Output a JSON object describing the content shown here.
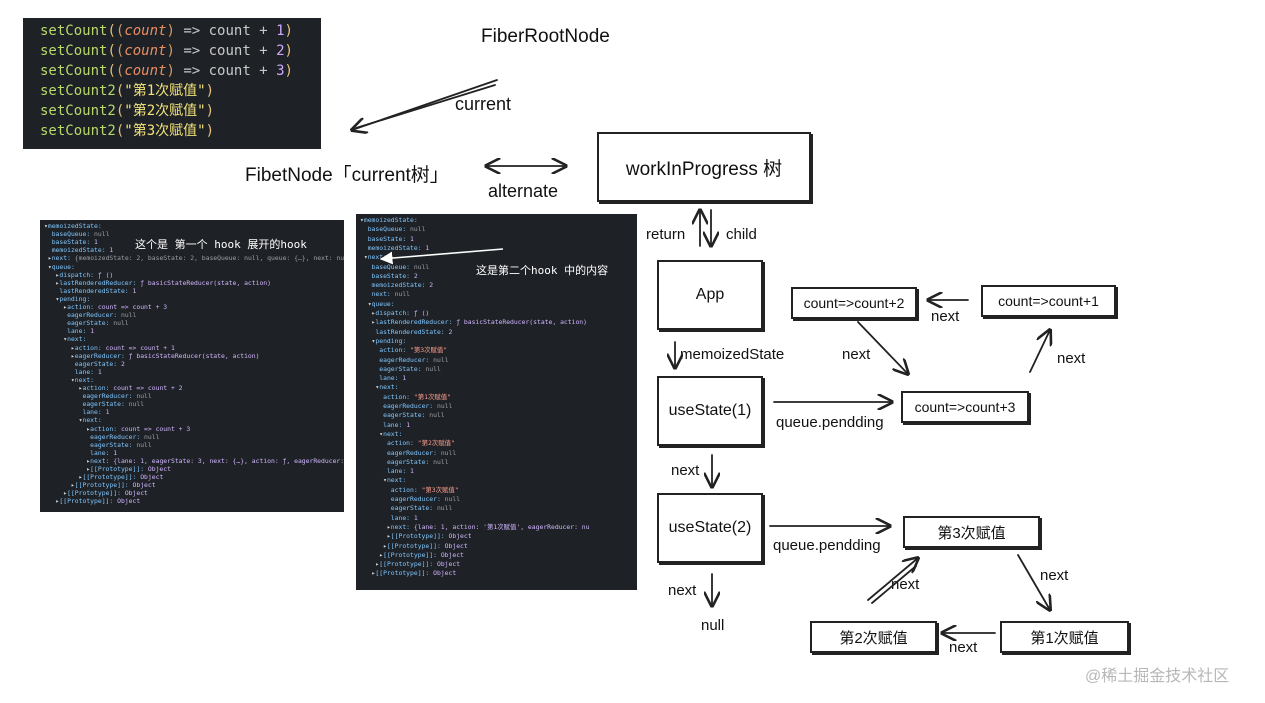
{
  "code_panel": {
    "lines": [
      {
        "fn": "setCount",
        "arg": "count",
        "arrow": " => count + ",
        "n": "1"
      },
      {
        "fn": "setCount",
        "arg": "count",
        "arrow": " => count + ",
        "n": "2"
      },
      {
        "fn": "setCount",
        "arg": "count",
        "arrow": " => count + ",
        "n": "3"
      },
      {
        "fn": "setCount2",
        "str": "\"第1次赋值\""
      },
      {
        "fn": "setCount2",
        "str": "\"第2次赋值\""
      },
      {
        "fn": "setCount2",
        "str": "\"第3次赋值\""
      }
    ]
  },
  "labels": {
    "fiber_root": "FiberRootNode",
    "current": "current",
    "fibet_node": "FibetNode「current树」",
    "alternate": "alternate",
    "wip": "workInProgress 树",
    "return": "return",
    "child": "child",
    "app": "App",
    "memoized_state": "memoizedState",
    "use_state_1": "useState(1)",
    "use_state_2": "useState(2)",
    "queue_pending_1": "queue.pendding",
    "queue_pending_2": "queue.pendding",
    "next_hook": "next",
    "next_end": "next",
    "null": "null",
    "c_plus_2": "count=>count+2",
    "c_plus_1": "count=>count+1",
    "c_plus_3": "count=>count+3",
    "next_a": "next",
    "next_b": "next",
    "next_c": "next",
    "assign3": "第3次赋值",
    "assign2": "第2次赋值",
    "assign1": "第1次赋值",
    "next_d": "next",
    "next_e": "next",
    "next_f": "next",
    "watermark": "@稀土掘金技术社区"
  },
  "devtools_left": {
    "annotation": "这个是 第一个 hook 展开的hook",
    "lines": [
      "▾memoizedState:",
      "  baseQueue: null",
      "  baseState: 1",
      "  memoizedState: 1",
      " ▸next: {memoizedState: 2, baseState: 2, baseQueue: null, queue: {…}, next: null",
      " ▾queue:",
      "   ▸dispatch: ƒ ()",
      "   ▸lastRenderedReducer: ƒ basicStateReducer(state, action)",
      "    lastRenderedState: 1",
      "   ▾pending:",
      "     ▸action: count => count + 3",
      "      eagerReducer: null",
      "      eagerState: null",
      "      lane: 1",
      "     ▾next:",
      "       ▸action: count => count + 1",
      "       ▸eagerReducer: ƒ basicStateReducer(state, action)",
      "        eagerState: 2",
      "        lane: 1",
      "       ▾next:",
      "         ▸action: count => count + 2",
      "          eagerReducer: null",
      "          eagerState: null",
      "          lane: 1",
      "         ▾next:",
      "           ▸action: count => count + 3",
      "            eagerReducer: null",
      "            eagerState: null",
      "            lane: 1",
      "           ▸next: {lane: 1, eagerState: 3, next: {…}, action: ƒ, eagerReducer: ƒ}",
      "           ▸[[Prototype]]: Object",
      "         ▸[[Prototype]]: Object",
      "       ▸[[Prototype]]: Object",
      "     ▸[[Prototype]]: Object",
      "   ▸[[Prototype]]: Object"
    ]
  },
  "devtools_right": {
    "annotation": "这是第二个hook 中的内容",
    "lines": [
      "▾memoizedState:",
      "  baseQueue: null",
      "  baseState: 1",
      "  memoizedState: 1",
      " ▾next:",
      "   baseQueue: null",
      "   baseState: 2",
      "   memoizedState: 2",
      "   next: null",
      "  ▾queue:",
      "   ▸dispatch: ƒ ()",
      "   ▸lastRenderedReducer: ƒ basicStateReducer(state, action)",
      "    lastRenderedState: 2",
      "   ▾pending:",
      "     action: \"第3次赋值\"",
      "     eagerReducer: null",
      "     eagerState: null",
      "     lane: 1",
      "    ▾next:",
      "      action: \"第1次赋值\"",
      "      eagerReducer: null",
      "      eagerState: null",
      "      lane: 1",
      "     ▾next:",
      "       action: \"第2次赋值\"",
      "       eagerReducer: null",
      "       eagerState: null",
      "       lane: 1",
      "      ▾next:",
      "        action: \"第3次赋值\"",
      "        eagerReducer: null",
      "        eagerState: null",
      "        lane: 1",
      "       ▸next: {lane: 1, action: '第1次赋值', eagerReducer: nu",
      "       ▸[[Prototype]]: Object",
      "      ▸[[Prototype]]: Object",
      "     ▸[[Prototype]]: Object",
      "    ▸[[Prototype]]: Object",
      "   ▸[[Prototype]]: Object"
    ]
  }
}
